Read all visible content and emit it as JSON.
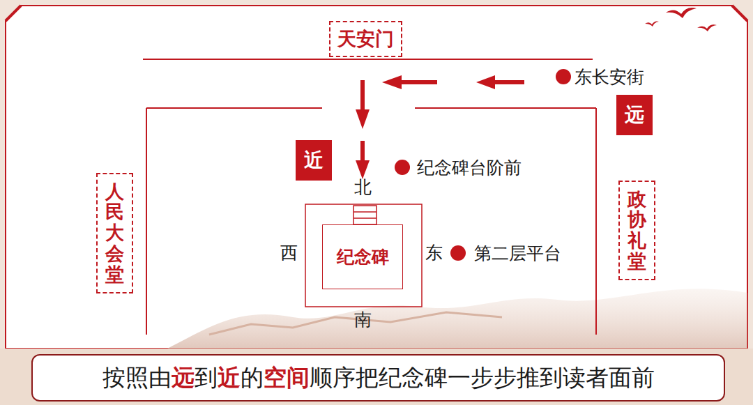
{
  "diagram": {
    "caption": "按照由远到近的空间顺序把纪念碑一步步推到读者面前",
    "nodes": [
      {
        "text": [
          "天安门"
        ]
      },
      {
        "text": [
          "远"
        ]
      },
      {
        "text": [
          "近"
        ]
      },
      {
        "text": [
          "人民大会堂"
        ]
      },
      {
        "text": [
          "纪念碑"
        ]
      },
      {
        "text": [
          "政协礼堂"
        ]
      }
    ],
    "labels": [
      "东长安街",
      "纪念碑台阶前",
      "北",
      "西",
      "东",
      "第二层平台",
      "南"
    ]
  }
}
